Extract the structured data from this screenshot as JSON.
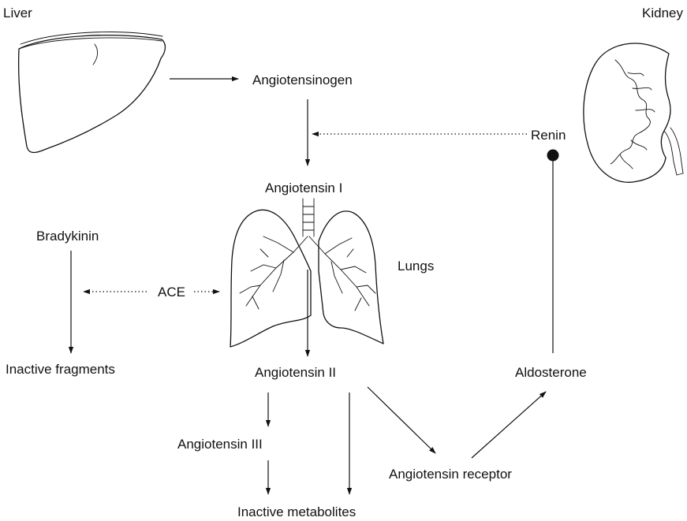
{
  "labels": {
    "liver": "Liver",
    "kidney": "Kidney",
    "angiotensinogen": "Angiotensinogen",
    "renin": "Renin",
    "angiotensin_i": "Angiotensin I",
    "bradykinin": "Bradykinin",
    "lungs": "Lungs",
    "ace": "ACE",
    "inactive_fragments": "Inactive fragments",
    "angiotensin_ii": "Angiotensin II",
    "aldosterone": "Aldosterone",
    "angiotensin_iii": "Angiotensin III",
    "angiotensin_receptor": "Angiotensin receptor",
    "inactive_metabolites": "Inactive metabolites"
  }
}
